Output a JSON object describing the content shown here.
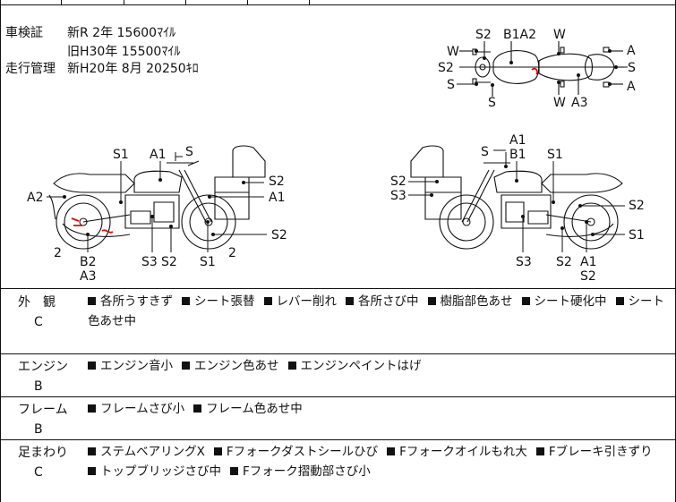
{
  "inspection": {
    "shaken_label": "車検証",
    "shaken_new": "新R  2年  15600ﾏｲﾙ",
    "shaken_old": "旧H30年  15500ﾏｲﾙ",
    "mileage_label": "走行管理",
    "mileage_new": "新H20年  8月  20250ｷﾛ"
  },
  "top_view_labels": [
    "S2",
    "B1A2",
    "W",
    "W",
    "A",
    "S2",
    "S",
    "S",
    "A",
    "S",
    "W",
    "A3"
  ],
  "left_view_labels": [
    "S1",
    "A1",
    "S",
    "S2",
    "A2",
    "A1",
    "S2",
    "2",
    "B2",
    "A3",
    "S3",
    "S2",
    "S1",
    "2"
  ],
  "right_view_labels": [
    "A1",
    "S",
    "B1",
    "S1",
    "S2",
    "S3",
    "S2",
    "S1",
    "S3",
    "S2",
    "A1",
    "S2"
  ],
  "sections": [
    {
      "title": "外　観",
      "grade": "C",
      "items": [
        "各所うすきず",
        "シート張替",
        "レバー削れ",
        "各所さび中",
        "樹脂部色あせ",
        "シート硬化中",
        "シート色あせ中"
      ]
    },
    {
      "title": "エンジン",
      "grade": "B",
      "items": [
        "エンジン音小",
        "エンジン色あせ",
        "エンジンペイントはげ"
      ]
    },
    {
      "title": "フレーム",
      "grade": "B",
      "items": [
        "フレームさび小",
        "フレーム色あせ中"
      ]
    },
    {
      "title": "足まわり",
      "grade": "C",
      "items": [
        "ステムベアリングX",
        "Fフォークダストシールひび",
        "Fフォークオイルもれ大",
        "Fブレーキ引きずり",
        "トップブリッジさび中",
        "Fフォーク摺動部さび小"
      ]
    }
  ],
  "colors": {
    "line": "#111111",
    "mark": "#d01010"
  }
}
